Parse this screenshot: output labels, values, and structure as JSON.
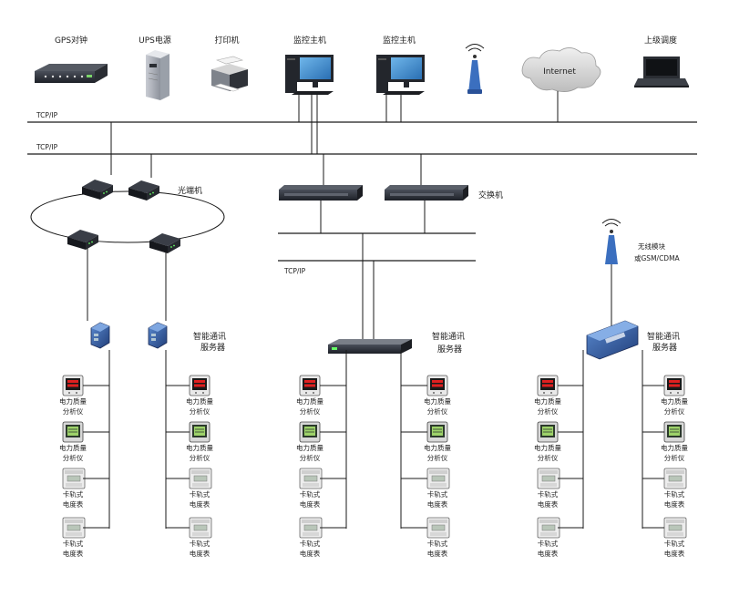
{
  "top_devices": [
    {
      "key": "gps",
      "label": "GPS对钟",
      "icon": "gps-clock-icon"
    },
    {
      "key": "ups",
      "label": "UPS电源",
      "icon": "ups-power-icon"
    },
    {
      "key": "printer",
      "label": "打印机",
      "icon": "printer-icon"
    },
    {
      "key": "host1",
      "label": "监控主机",
      "icon": "monitor-host-icon"
    },
    {
      "key": "host2",
      "label": "监控主机",
      "icon": "monitor-host-icon"
    },
    {
      "key": "antenna",
      "label": "",
      "icon": "wireless-antenna-icon"
    },
    {
      "key": "internet",
      "label": "Internet",
      "icon": "cloud-icon"
    },
    {
      "key": "laptop",
      "label": "上级调度",
      "icon": "laptop-icon"
    }
  ],
  "bus_labels": [
    "TCP/IP",
    "TCP/IP"
  ],
  "optical": {
    "label": "光端机",
    "icon": "optical-terminal-icon"
  },
  "switch": {
    "label": "交换机",
    "icon": "network-switch-icon"
  },
  "tcpip_mid": "TCP/IP",
  "wireless": {
    "label1": "无线模块",
    "label2": "或GSM/CDMA",
    "icon": "wireless-antenna-icon"
  },
  "servers": [
    {
      "line1": "智能通讯",
      "line2": "服务器"
    },
    {
      "line1": "智能通讯",
      "line2": "服务器"
    },
    {
      "line1": "智能通讯",
      "line2": "服务器"
    }
  ],
  "meters": {
    "pq": [
      "电力质量",
      "分析仪"
    ],
    "rail": [
      "卡轨式",
      "电度表"
    ]
  },
  "colors": {
    "line": "#1a1a1a",
    "device": "#2b2f38",
    "cloud": "#d8d8d8",
    "antenna": "#3b6fbf",
    "screen": "#3d8fd6"
  }
}
